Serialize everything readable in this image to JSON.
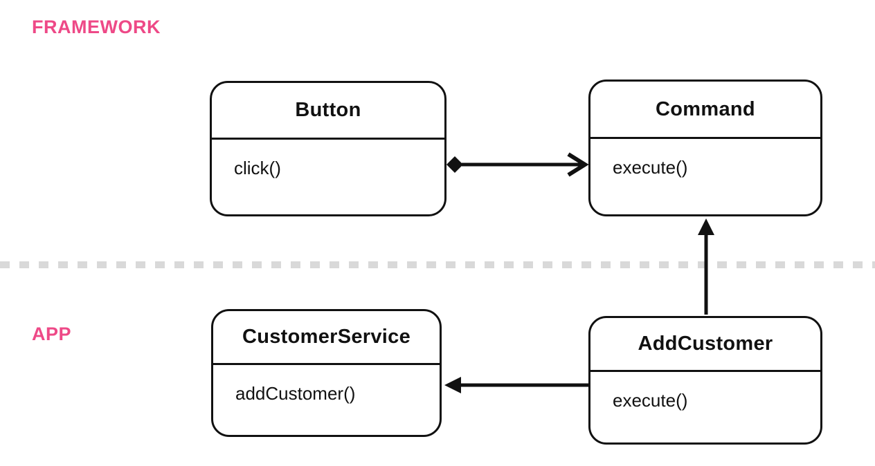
{
  "layers": {
    "framework": {
      "label": "FRAMEWORK"
    },
    "app": {
      "label": "APP"
    }
  },
  "classes": [
    {
      "id": "button",
      "name": "Button",
      "methods": [
        "click()"
      ],
      "layer": "FRAMEWORK"
    },
    {
      "id": "command",
      "name": "Command",
      "methods": [
        "execute()"
      ],
      "layer": "FRAMEWORK"
    },
    {
      "id": "customer-service",
      "name": "CustomerService",
      "methods": [
        "addCustomer()"
      ],
      "layer": "APP"
    },
    {
      "id": "add-customer",
      "name": "AddCustomer",
      "methods": [
        "execute()"
      ],
      "layer": "APP"
    }
  ],
  "relationships": [
    {
      "from": "Button",
      "to": "Command",
      "tail": "filled-diamond",
      "head": "open-arrow",
      "direction": "right"
    },
    {
      "from": "AddCustomer",
      "to": "Command",
      "tail": "none",
      "head": "filled-arrow",
      "direction": "up"
    },
    {
      "from": "AddCustomer",
      "to": "CustomerService",
      "tail": "none",
      "head": "filled-arrow",
      "direction": "left"
    }
  ],
  "colors": {
    "accent_pink": "#ee4987",
    "line_black": "#111111",
    "divider_gray": "#d9d9d9",
    "background": "#ffffff"
  }
}
